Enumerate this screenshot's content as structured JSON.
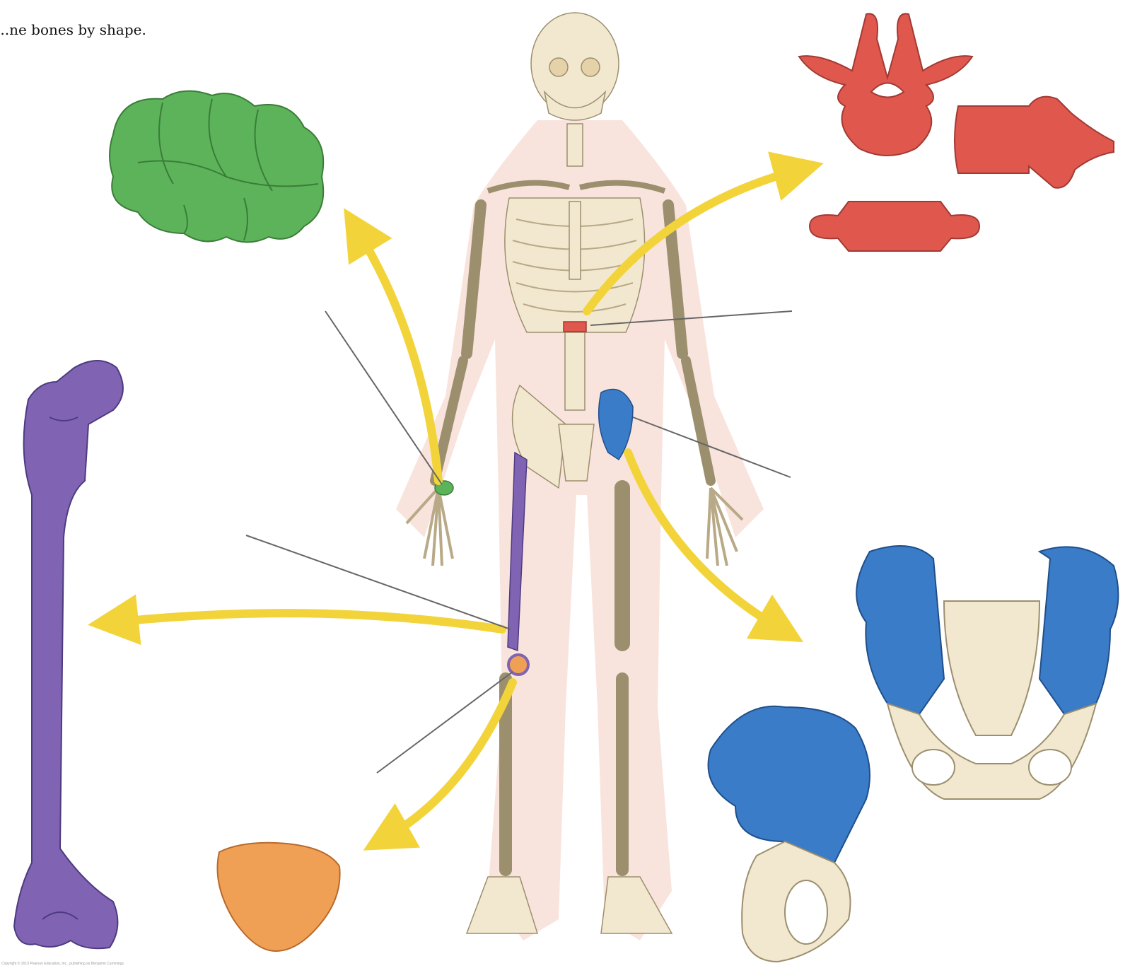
{
  "instruction": "...ne bones by shape.",
  "copyright": "Copyright © 2013 Pearson Education, Inc., publishing as Benjamin Cummings",
  "colors": {
    "bone_base": "#f2e8cf",
    "bone_outline": "#9c8f6e",
    "flesh": "#f6d9cf",
    "short_bone_green": "#5db35a",
    "irregular_bone_red": "#e0574e",
    "long_bone_purple": "#8064b3",
    "sesamoid_bone_orange": "#f0a055",
    "flat_bone_blue": "#3b7cc8",
    "arrow_yellow": "#f2d43a",
    "leader_line": "#666666"
  },
  "bone_categories": [
    {
      "name": "short-bone-carpals",
      "color": "green"
    },
    {
      "name": "irregular-bone-vertebra",
      "color": "red"
    },
    {
      "name": "long-bone-femur",
      "color": "purple"
    },
    {
      "name": "sesamoid-bone-patella",
      "color": "orange"
    },
    {
      "name": "flat-bone-os-coxae",
      "color": "blue"
    }
  ],
  "label_blanks": [
    "",
    "",
    "",
    "",
    "",
    ""
  ]
}
